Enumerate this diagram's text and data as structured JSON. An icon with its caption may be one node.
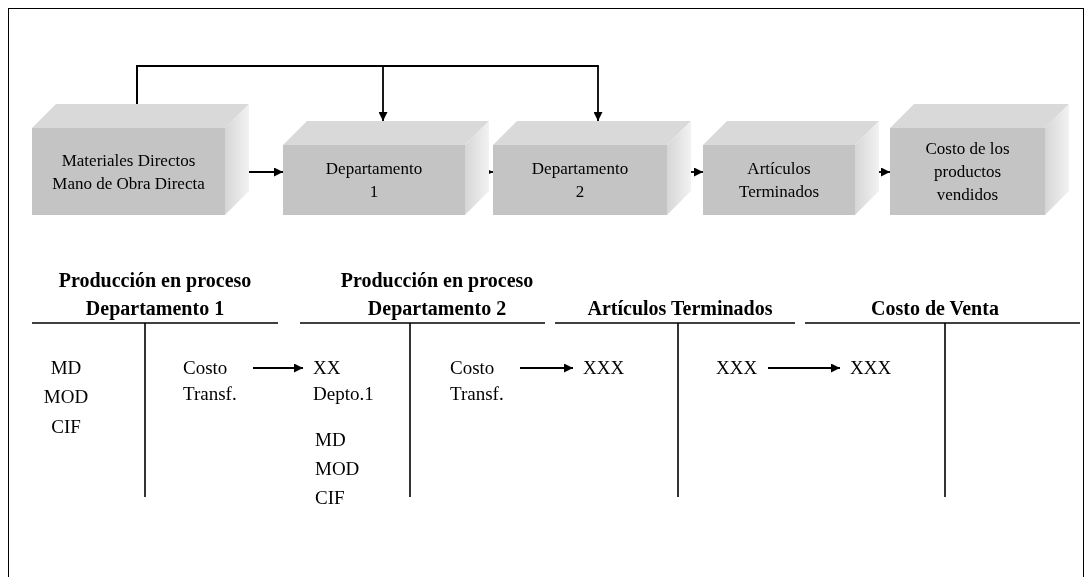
{
  "diagram": {
    "nodes": [
      {
        "text": [
          "Materiales Directos Mano de Obra Directa"
        ]
      },
      {
        "text": [
          "Departamento 1"
        ]
      },
      {
        "text": [
          "Departamento 2"
        ]
      },
      {
        "text": [
          "Artículos Terminados"
        ]
      },
      {
        "text": [
          "Costo de los productos vendidos"
        ]
      },
      {
        "text": [
          "Costo Transf."
        ]
      },
      {
        "text": [
          "XX",
          "Depto.1"
        ]
      },
      {
        "text": [
          "Costo Transf."
        ]
      },
      {
        "text": [
          "XXX"
        ]
      },
      {
        "text": [
          "XXX"
        ]
      },
      {
        "text": [
          "XXX"
        ]
      }
    ],
    "edges": [
      {
        "from": 0,
        "to": 1,
        "arrow": "to"
      },
      {
        "from": 1,
        "to": 2,
        "arrow": "to"
      },
      {
        "from": 2,
        "to": 3,
        "arrow": "to"
      },
      {
        "from": 3,
        "to": 4,
        "arrow": "to"
      },
      {
        "from": 0,
        "to": 1,
        "arrow": "to"
      },
      {
        "from": 0,
        "to": 2,
        "arrow": "to"
      },
      {
        "from": 5,
        "to": 6,
        "arrow": "to"
      },
      {
        "from": 7,
        "to": 8,
        "arrow": "to"
      },
      {
        "from": 9,
        "to": 10,
        "arrow": "to"
      }
    ],
    "labels": [
      "Producción en proceso Departamento 1",
      "Producción en proceso Departamento 2",
      "Artículos Terminados",
      "Costo de Venta",
      "MD",
      "MOD",
      "CIF",
      "MD",
      "MOD",
      "CIF"
    ]
  }
}
